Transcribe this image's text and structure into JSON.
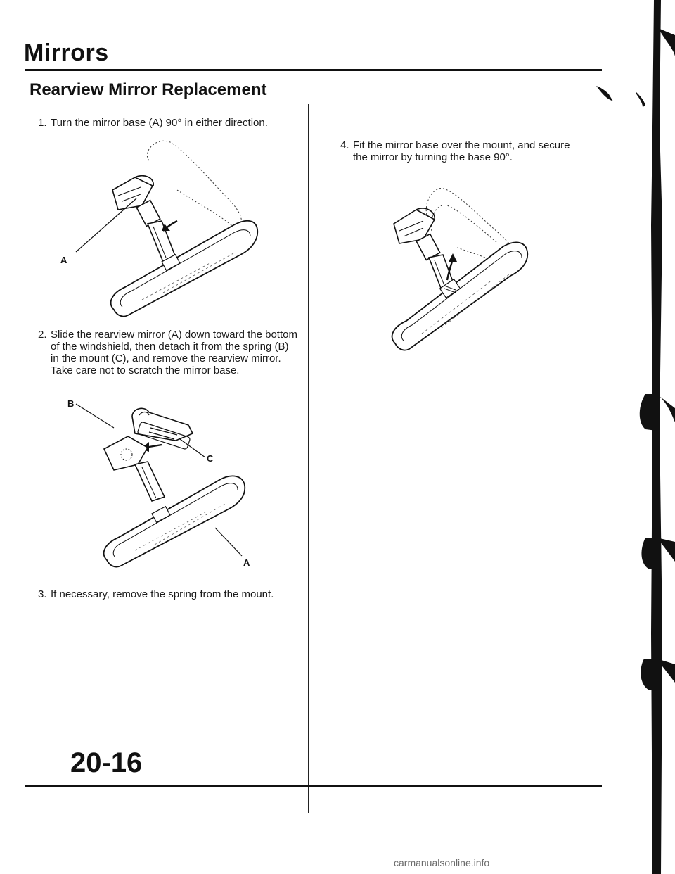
{
  "page": {
    "title": "Mirrors",
    "section_title": "Rearview Mirror Replacement",
    "page_number": "20-16",
    "watermark": "carmanualsonline.info"
  },
  "steps": [
    {
      "num": "1.",
      "text": "Turn the mirror base (A) 90° in either direction."
    },
    {
      "num": "2.",
      "text": "Slide the rearview mirror (A) down toward the bottom of the windshield, then detach it from the spring (B) in the mount (C), and remove the rearview mirror. Take care not to scratch the mirror base."
    },
    {
      "num": "3.",
      "text": "If necessary, remove the spring from the mount."
    },
    {
      "num": "4.",
      "text": "Fit the mirror base over the mount, and secure the mirror by turning the base 90°."
    }
  ],
  "figures": {
    "fig1_label_a": "A",
    "fig2_label_a": "A",
    "fig2_label_b": "B",
    "fig2_label_c": "C"
  }
}
